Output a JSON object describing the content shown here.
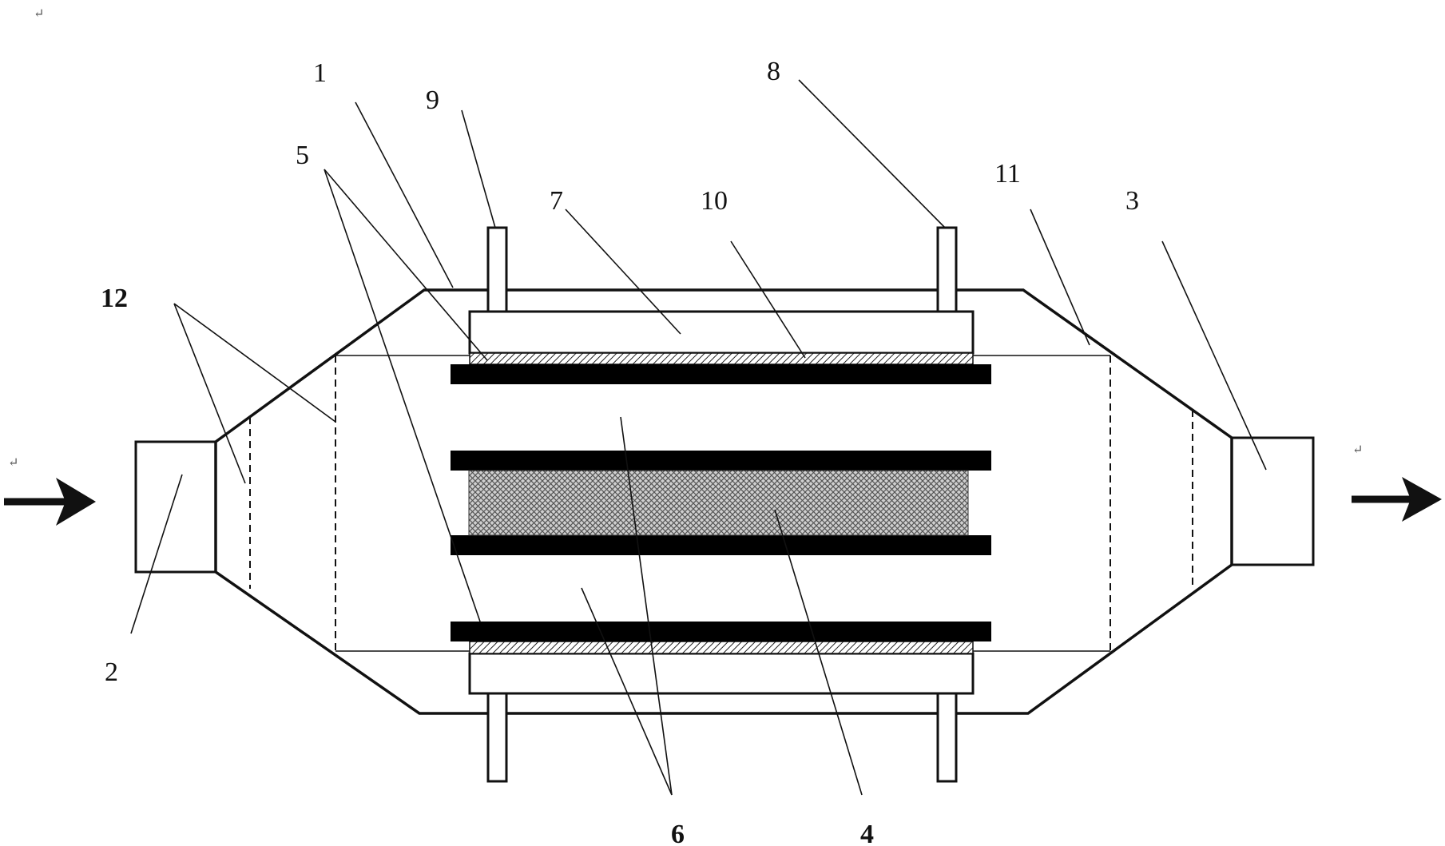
{
  "labels": {
    "l1": "1",
    "l2": "2",
    "l3": "3",
    "l4": "4",
    "l5": "5",
    "l6": "6",
    "l7": "7",
    "l8": "8",
    "l9": "9",
    "l10": "10",
    "l11": "11",
    "l12": "12"
  },
  "para_mark": "↵",
  "colors": {
    "stroke": "#111111",
    "electrode": "#000000",
    "background": "#ffffff"
  },
  "icons": {
    "inlet_arrow": "arrow-right-icon",
    "outlet_arrow": "arrow-right-icon"
  }
}
